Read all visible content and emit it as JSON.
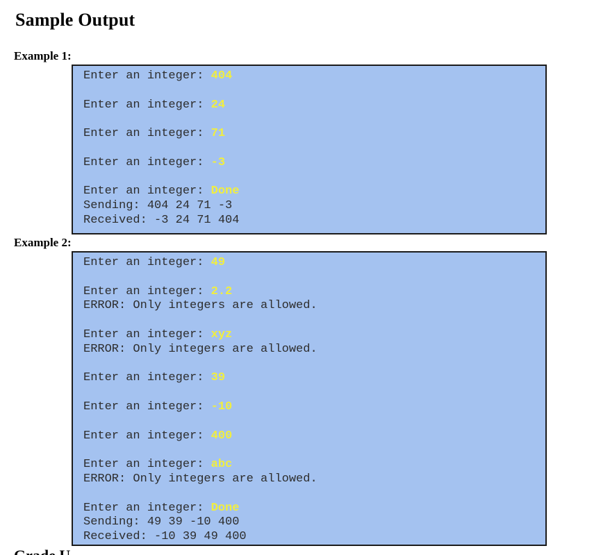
{
  "page": {
    "title": "Sample Output",
    "next_section_fragment": "Grade U"
  },
  "colors": {
    "console_bg": "#a4c2f0",
    "console_border": "#1b1b1b",
    "console_text": "#2d2d2d",
    "console_input": "#f1ee3f"
  },
  "examples": [
    {
      "label": "Example 1:",
      "lines": [
        [
          {
            "t": "Enter an integer: "
          },
          {
            "t": "404",
            "input": true
          }
        ],
        [],
        [
          {
            "t": "Enter an integer: "
          },
          {
            "t": "24",
            "input": true
          }
        ],
        [],
        [
          {
            "t": "Enter an integer: "
          },
          {
            "t": "71",
            "input": true
          }
        ],
        [],
        [
          {
            "t": "Enter an integer: "
          },
          {
            "t": "-3",
            "input": true
          }
        ],
        [],
        [
          {
            "t": "Enter an integer: "
          },
          {
            "t": "Done",
            "input": true
          }
        ],
        [
          {
            "t": "Sending: 404 24 71 -3"
          }
        ],
        [
          {
            "t": "Received: -3 24 71 404"
          }
        ]
      ]
    },
    {
      "label": "Example 2:",
      "lines": [
        [
          {
            "t": "Enter an integer: "
          },
          {
            "t": "49",
            "input": true
          }
        ],
        [],
        [
          {
            "t": "Enter an integer: "
          },
          {
            "t": "2.2",
            "input": true
          }
        ],
        [
          {
            "t": "ERROR: Only integers are allowed."
          }
        ],
        [],
        [
          {
            "t": "Enter an integer: "
          },
          {
            "t": "xyz",
            "input": true
          }
        ],
        [
          {
            "t": "ERROR: Only integers are allowed."
          }
        ],
        [],
        [
          {
            "t": "Enter an integer: "
          },
          {
            "t": "39",
            "input": true
          }
        ],
        [],
        [
          {
            "t": "Enter an integer: "
          },
          {
            "t": "-10",
            "input": true
          }
        ],
        [],
        [
          {
            "t": "Enter an integer: "
          },
          {
            "t": "400",
            "input": true
          }
        ],
        [],
        [
          {
            "t": "Enter an integer: "
          },
          {
            "t": "abc",
            "input": true
          }
        ],
        [
          {
            "t": "ERROR: Only integers are allowed."
          }
        ],
        [],
        [
          {
            "t": "Enter an integer: "
          },
          {
            "t": "Done",
            "input": true
          }
        ],
        [
          {
            "t": "Sending: 49 39 -10 400"
          }
        ],
        [
          {
            "t": "Received: -10 39 49 400"
          }
        ]
      ]
    }
  ]
}
